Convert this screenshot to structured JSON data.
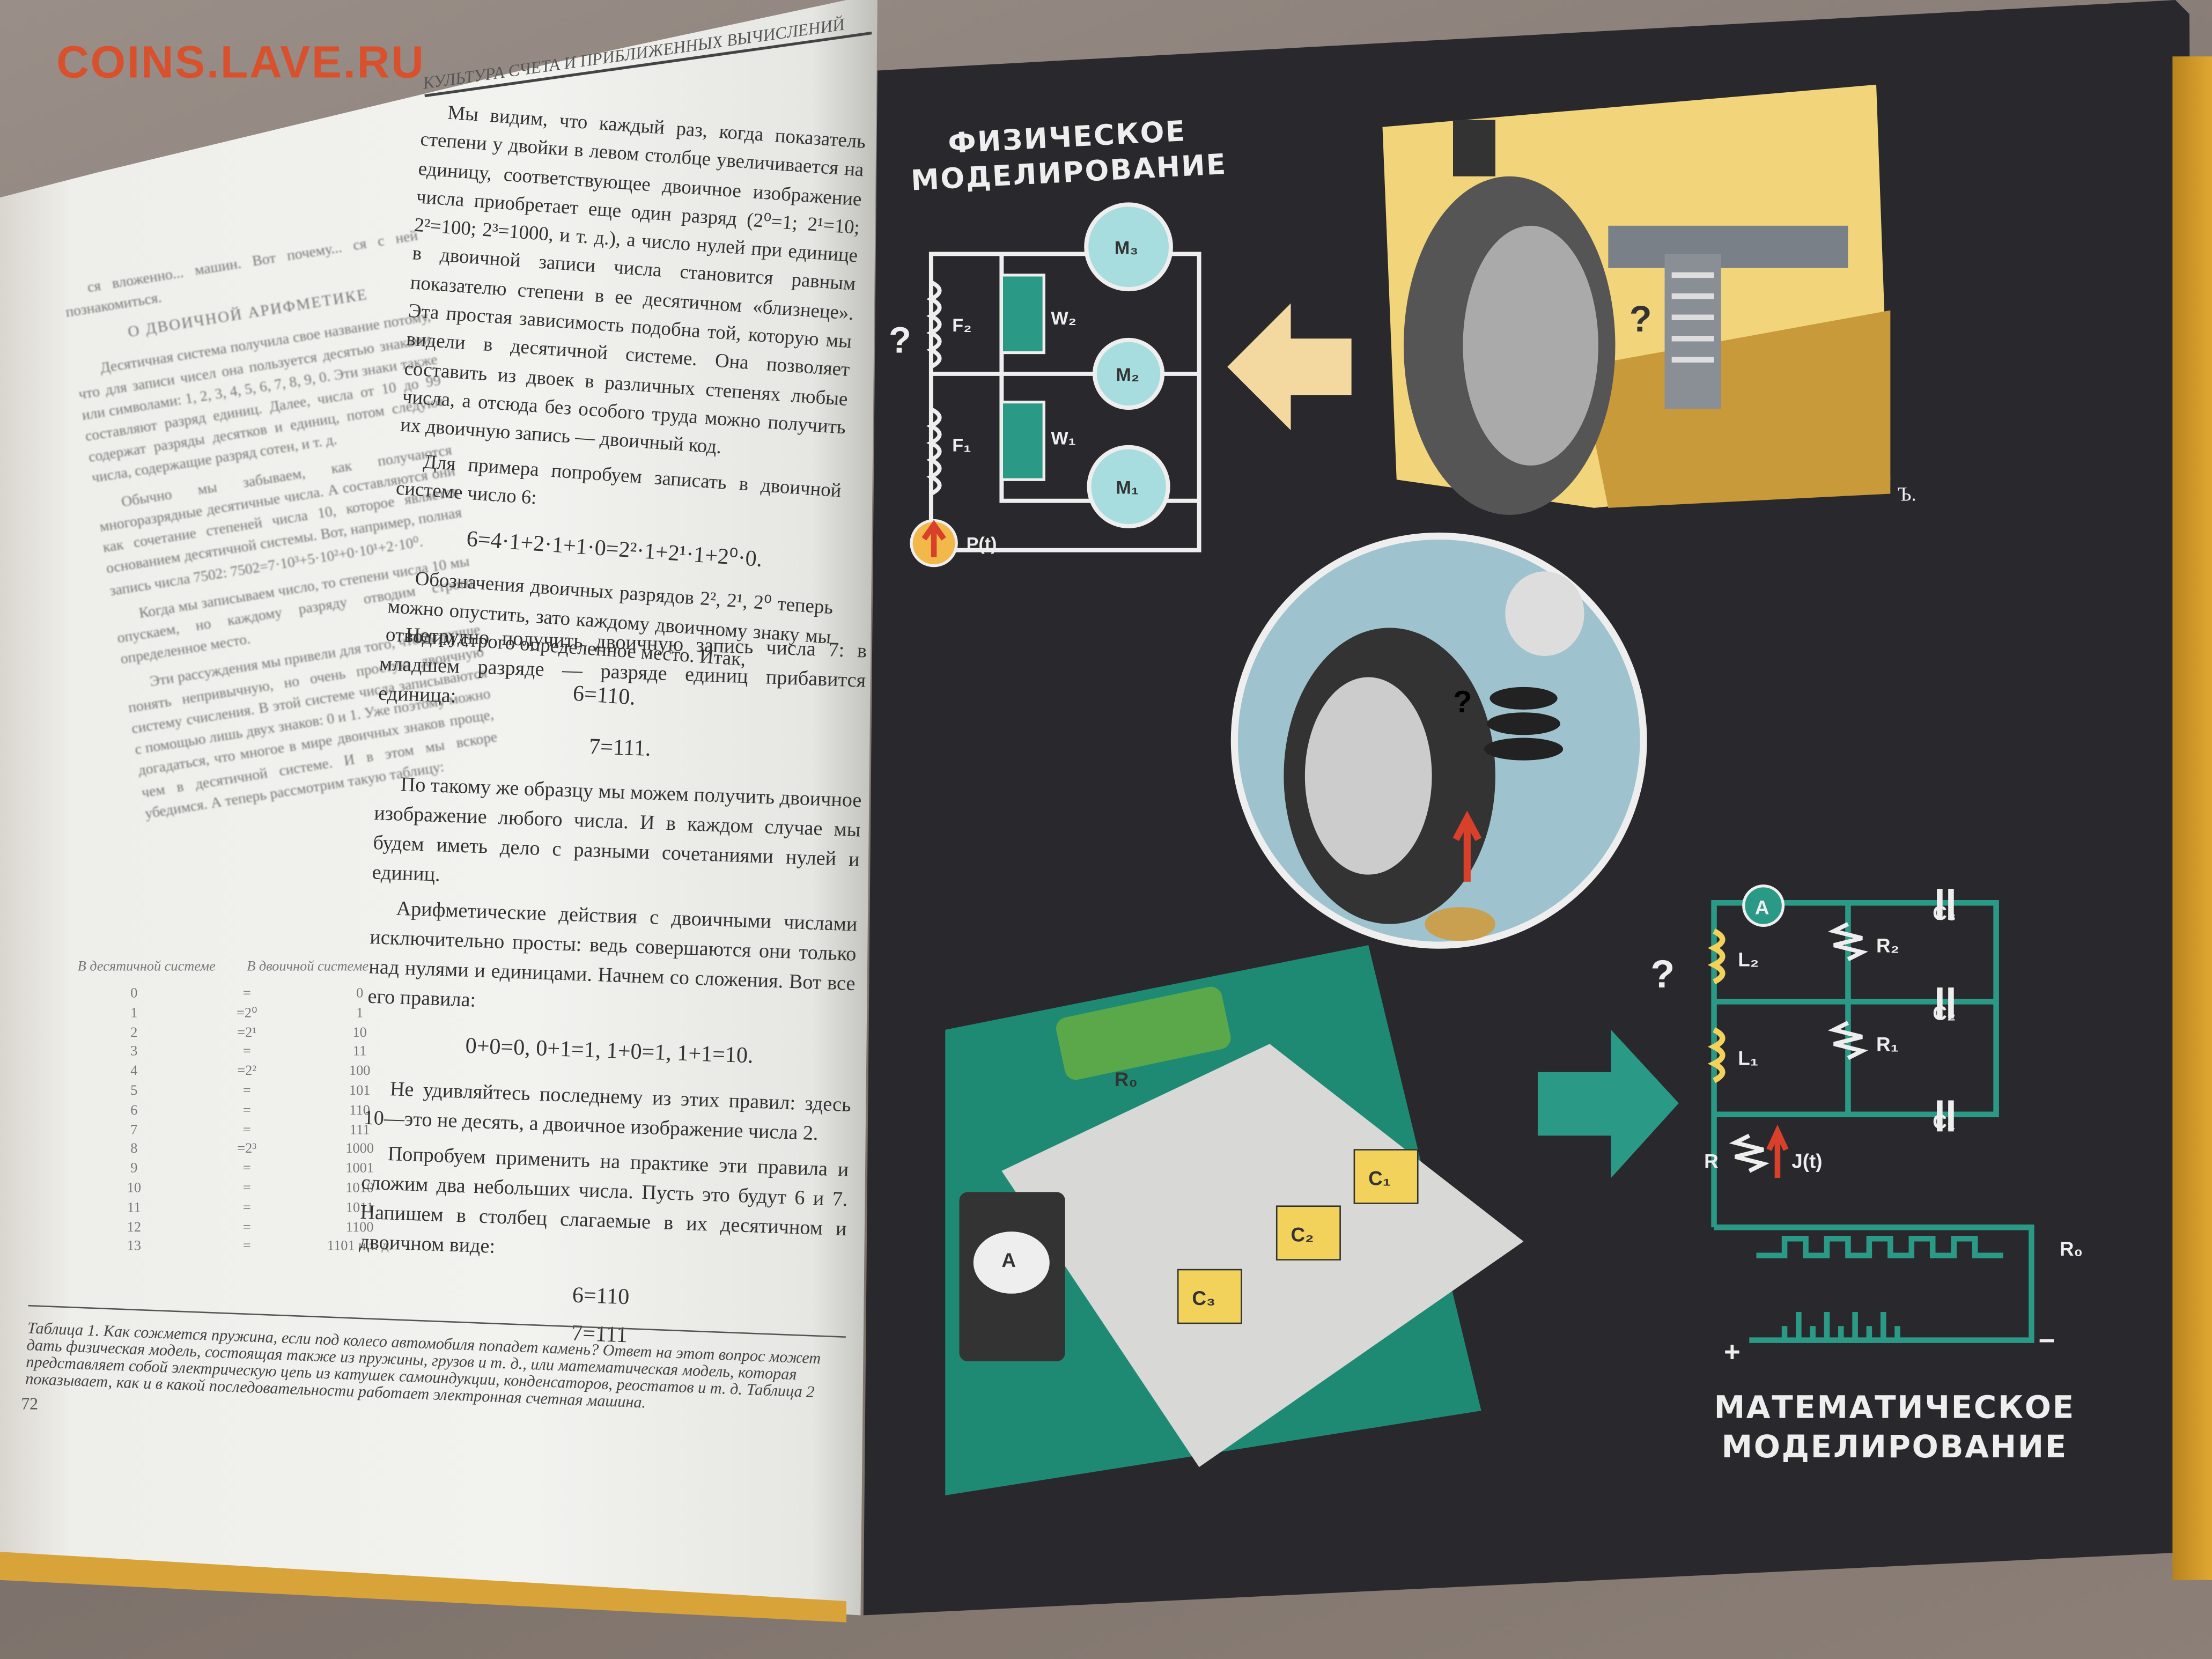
{
  "watermark": "COINS.LAVE.RU",
  "left_page": {
    "running_head": "КУЛЬТУРА СЧЕТА И ПРИБЛИЖЕННЫХ ВЫЧИСЛЕНИЙ",
    "left_column": {
      "intro": "ся вложенно... машин. Вот почему... ся с ней познакомиться.",
      "section_title": "О ДВОИЧНОЙ АРИФМЕТИКЕ",
      "paragraphs": [
        "Десятичная система получила свое название потому, что для записи чисел она пользуется десятью знаками, или символами: 1, 2, 3, 4, 5, 6, 7, 8, 9, 0. Эти знаки также составляют разряд единиц. Далее, числа от 10 до 99 содержат разряды десятков и единиц, потом следуют числа, содержащие разряд сотен, и т. д.",
        "Обычно мы забываем, как получаются многоразрядные десятичные числа. А составляются они как сочетание степеней числа 10, которое является основанием десятичной системы. Вот, например, полная запись числа 7502: 7502=7·10³+5·10²+0·10¹+2·10⁰.",
        "Когда мы записываем число, то степени числа 10 мы опускаем, но каждому разряду отводим строго определенное место.",
        "Эти рассуждения мы привели для того, чтобы лучше понять непривычную, но очень простую двоичную систему счисления. В этой системе числа записываются с помощью лишь двух знаков: 0 и 1. Уже поэтому можно догадаться, что многое в мире двоичных знаков проще, чем в десятичной системе. И в этом мы вскоре убедимся. А теперь рассмотрим такую таблицу:"
      ]
    },
    "table": {
      "headers": [
        "В десятичной системе",
        "В двоичной системе"
      ],
      "rows": [
        [
          "0",
          "=",
          "0"
        ],
        [
          "1",
          "=2⁰",
          "1"
        ],
        [
          "2",
          "=2¹",
          "10"
        ],
        [
          "3",
          "=",
          "11"
        ],
        [
          "4",
          "=2²",
          "100"
        ],
        [
          "5",
          "=",
          "101"
        ],
        [
          "6",
          "=",
          "110"
        ],
        [
          "7",
          "=",
          "111"
        ],
        [
          "8",
          "=2³",
          "1000"
        ],
        [
          "9",
          "=",
          "1001"
        ],
        [
          "10",
          "=",
          "1010"
        ],
        [
          "11",
          "=",
          "1011"
        ],
        [
          "12",
          "=",
          "1100"
        ],
        [
          "13",
          "=",
          "1101 и т. д."
        ]
      ]
    },
    "right_column": {
      "p1": "Мы видим, что каждый раз, когда показатель степени у двойки в левом столбце увеличивается на единицу, соответствующее двоичное изображение числа приобретает еще один разряд (2⁰=1; 2¹=10; 2²=100; 2³=1000, и т. д.), а число нулей при единице в двоичной записи числа становится равным показателю степени в ее десятичном «близнеце». Эта простая зависимость подобна той, которую мы видели в десятичной системе. Она позволяет составить из двоек в различных степенях любые числа, а отсюда без особого труда можно получить их двоичную запись — двоичный код.",
      "p2": "Для примера попробуем записать в двоичной системе число 6:",
      "eq1": "6=4·1+2·1+1·0=2²·1+2¹·1+2⁰·0.",
      "p3": "Обозначения двоичных разрядов 2², 2¹, 2⁰ теперь можно опустить, зато каждому двоичному знаку мы отводим строго определенное место. Итак,",
      "eq2": "6=110.",
      "p4": "Нетрудно получить двоичную запись числа 7: в младшем разряде — разряде единиц прибавится единица:",
      "eq3": "7=111.",
      "p5": "По такому же образцу мы можем получить двоичное изображение любого числа. И в каждом случае мы будем иметь дело с разными сочетаниями нулей и единиц.",
      "p6": "Арифметические действия с двоичными числами исключительно просты: ведь совершаются они только над нулями и единицами. Начнем со сложения. Вот все его правила:",
      "eq4": "0+0=0, 0+1=1, 1+0=1, 1+1=10.",
      "p7": "Не удивляйтесь последнему из этих правил: здесь 10—это не десять, а двоичное изображение числа 2.",
      "p8": "Попробуем применить на практике эти правила и сложим два небольших числа. Пусть это будут 6 и 7. Напишем в столбец слагаемые в их десятичном и двоичном виде:",
      "eq5": "6=110",
      "eq6": "7=111"
    },
    "caption": "Таблица 1. Как сожмется пружина, если под колесо автомобиля попадет камень? Ответ на этот вопрос может дать физическая модель, состоящая также из пружины, грузов и т. д., или математическая модель, которая представляет собой электрическую цепь из катушек самоиндукции, конденсаторов, реостатов и т. д. Таблица 2 показывает, как и в какой последовательности работает электронная счетная машина.",
    "page_number": "72"
  },
  "right_page": {
    "heading_physical": [
      "ФИЗИЧЕСКОЕ",
      "МОДЕЛИРОВАНИЕ"
    ],
    "heading_math": [
      "МАТЕМАТИЧЕСКОЕ",
      "МОДЕЛИРОВАНИЕ"
    ],
    "physical_labels": {
      "m3": "M₃",
      "m2": "M₂",
      "m1": "M₁",
      "w2": "W₂",
      "w1": "W₁",
      "f2": "F₂",
      "f1": "F₁",
      "p": "P(t)",
      "q": "?"
    },
    "math_labels": {
      "a": "A",
      "l2": "L₂",
      "l1": "L₁",
      "r2": "R₂",
      "r1": "R₁",
      "c3": "C₃",
      "c2": "C₂",
      "c1": "C₁",
      "r": "R",
      "j": "J(t)",
      "r0": "R₀",
      "q": "?",
      "plus": "+",
      "minus": "−"
    },
    "board_labels": {
      "c1": "C₁",
      "c2": "C₂",
      "c3": "C₃",
      "meter": "A",
      "r0": "R₀"
    },
    "artist_mark": "Ъ.",
    "colors": {
      "teal": "#2a9a86",
      "yellow": "#f2d25a",
      "page": "#29292d",
      "arrow": "#f3d9a0",
      "red": "#d9402a"
    }
  }
}
